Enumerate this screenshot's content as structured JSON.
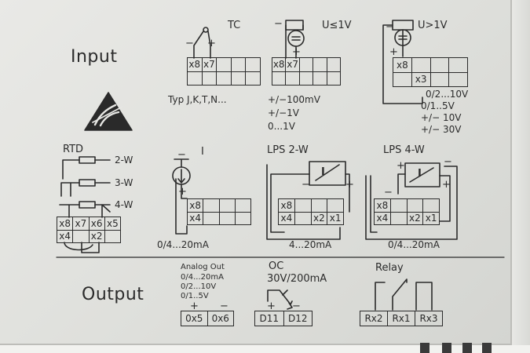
{
  "sections": {
    "input": "Input",
    "output": "Output"
  },
  "tc": {
    "title": "TC",
    "minus": "−",
    "plus": "+",
    "terminals": [
      "x8",
      "x7",
      "",
      "",
      ""
    ],
    "types": "Typ J,K,T,N..."
  },
  "u_low": {
    "title": "U≤1V",
    "terminals": [
      "x8",
      "x7",
      "",
      "",
      ""
    ],
    "ranges": [
      "+/−100mV",
      "+/−1V",
      "0...1V"
    ]
  },
  "u_high": {
    "title": "U>1V",
    "top_terminals": [
      "x8",
      "",
      "",
      ""
    ],
    "bottom_terminals": [
      "",
      "x3",
      "",
      ""
    ],
    "ranges": [
      "0/2...10V",
      "0/1..5V",
      "+/− 10V",
      "+/− 30V"
    ]
  },
  "rtd": {
    "title": "RTD",
    "wires": [
      "2-W",
      "3-W",
      "4-W"
    ],
    "top_terminals": [
      "x8",
      "x7",
      "x6",
      "x5"
    ],
    "bottom_terminals": [
      "x4",
      "",
      "x2",
      ""
    ]
  },
  "current": {
    "title": "I",
    "top_terminals": [
      "x8",
      "",
      "",
      ""
    ],
    "bottom_terminals": [
      "x4",
      "",
      "",
      ""
    ],
    "range": "0/4...20mA"
  },
  "lps2w": {
    "title": "LPS 2-W",
    "box": "I",
    "top_terminals": [
      "x8",
      "",
      "",
      ""
    ],
    "bottom_terminals": [
      "x4",
      "",
      "x2",
      "x1"
    ],
    "range": "4...20mA"
  },
  "lps4w": {
    "title": "LPS 4-W",
    "box": "I",
    "top_terminals": [
      "x8",
      "",
      "",
      ""
    ],
    "bottom_terminals": [
      "x4",
      "",
      "x2",
      "x1"
    ],
    "range": "0/4...20mA"
  },
  "analog_out": {
    "title": "Analog Out",
    "ranges": [
      "0/4...20mA",
      "0/2...10V",
      "0/1..5V"
    ],
    "terminals": [
      "0x5",
      "0x6"
    ]
  },
  "oc": {
    "title": "OC",
    "rating": "30V/200mA",
    "terminals": [
      "D11",
      "D12"
    ]
  },
  "relay": {
    "title": "Relay",
    "terminals": [
      "Rx2",
      "Rx1",
      "Rx3"
    ]
  },
  "colors": {
    "ink": "#2b2b2b",
    "panel": "#e6e6e3",
    "warning_fill": "#2a2a2a"
  }
}
